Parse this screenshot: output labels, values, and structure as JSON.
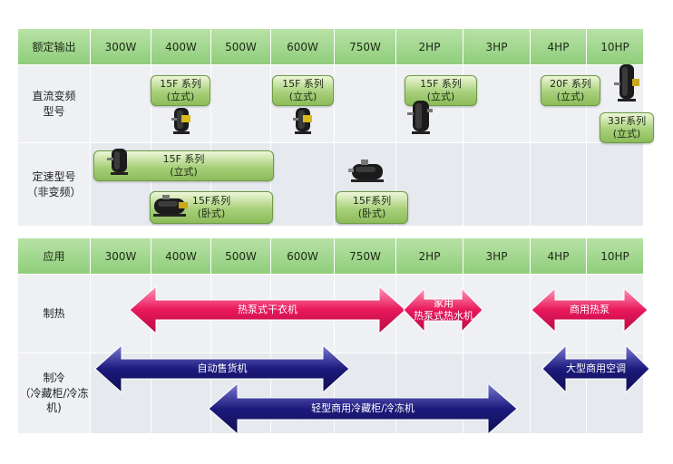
{
  "top_table": {
    "header": [
      "额定输出",
      "300W",
      "400W",
      "500W",
      "600W",
      "750W",
      "2HP",
      "3HP",
      "4HP",
      "10HP"
    ],
    "row_labels": {
      "inverter_line1": "直流变频",
      "inverter_line2": "型号",
      "fixed_line1": "定速型号",
      "fixed_line2": "（非变频）"
    },
    "inverter_pills": [
      {
        "l1": "15F 系列",
        "l2": "(立式)"
      },
      {
        "l1": "15F 系列",
        "l2": "(立式)"
      },
      {
        "l1": "15F 系列",
        "l2": "(立式)"
      },
      {
        "l1": "20F 系列",
        "l2": "(立式)"
      },
      {
        "l1": "33F系列",
        "l2": "(立式)"
      }
    ],
    "fixed_pills": [
      {
        "l1": "15F 系列",
        "l2": "(立式)"
      },
      {
        "l1": "15F系列",
        "l2": "(卧式)"
      },
      {
        "l1": "15F系列",
        "l2": "(卧式)"
      }
    ]
  },
  "bottom_table": {
    "header": [
      "应用",
      "300W",
      "400W",
      "500W",
      "600W",
      "750W",
      "2HP",
      "3HP",
      "4HP",
      "10HP"
    ],
    "row_labels": {
      "heating": "制热",
      "cooling_line1": "制冷",
      "cooling_line2": "（冷藏柜/冷冻",
      "cooling_line3": "机)"
    },
    "arrows": {
      "heat_pump_dryer": "热泵式干衣机",
      "home_line1": "家用",
      "home_line2": "热泵式热水机",
      "commercial_heat_pump": "商用热泵",
      "vending_machine": "自动售货机",
      "large_ac": "大型商用空调",
      "light_commercial": "轻型商用冷藏柜/冷冻机"
    }
  },
  "colors": {
    "heat": "#e8185c",
    "cool": "#1c1a7c",
    "header_green": "#9fd58b",
    "pill_green": "#a8d07a"
  }
}
